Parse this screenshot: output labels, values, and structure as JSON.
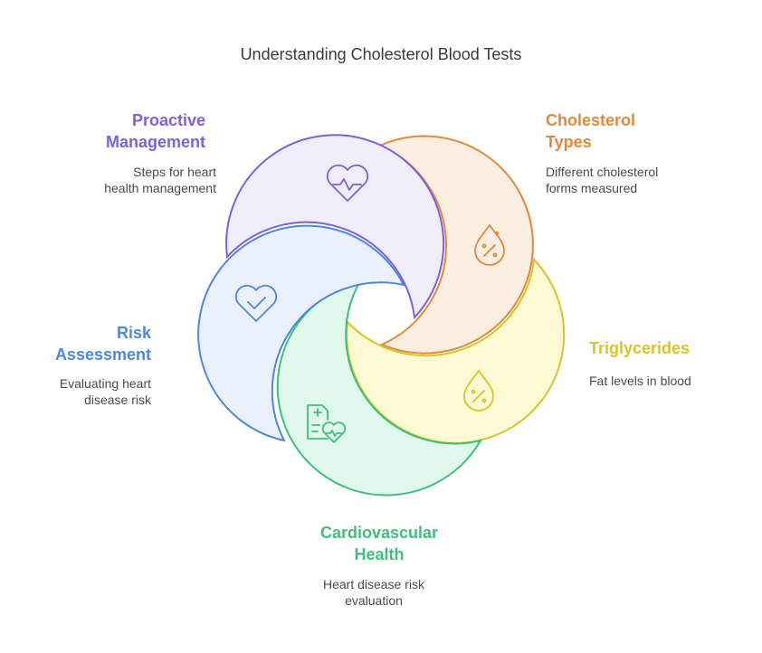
{
  "title": "Understanding Cholesterol Blood Tests",
  "sections": [
    {
      "heading_l1": "Proactive",
      "heading_l2": "Management",
      "desc_l1": "Steps for heart",
      "desc_l2": "health management",
      "color": "#7b61e0",
      "fill": "#f1eefb",
      "icon": "heart-pulse-icon"
    },
    {
      "heading_l1": "Cholesterol",
      "heading_l2": "Types",
      "desc_l1": "Different cholesterol",
      "desc_l2": "forms measured",
      "color": "#e08a3c",
      "fill": "#fdeee2",
      "icon": "drop-percent-icon"
    },
    {
      "heading_l1": "Triglycerides",
      "heading_l2": "",
      "desc_l1": "Fat levels in blood",
      "desc_l2": "",
      "color": "#d8c52a",
      "fill": "#fdf9d3",
      "icon": "drop-percent-icon"
    },
    {
      "heading_l1": "Cardiovascular",
      "heading_l2": "Health",
      "desc_l1": "Heart disease risk",
      "desc_l2": "evaluation",
      "color": "#3fbf7f",
      "fill": "#e1f8ec",
      "icon": "medical-report-heart-icon"
    },
    {
      "heading_l1": "Risk",
      "heading_l2": "Assessment",
      "desc_l1": "Evaluating heart",
      "desc_l2": "disease risk",
      "color": "#4f86e0",
      "fill": "#eaf1fc",
      "icon": "heart-check-icon"
    }
  ]
}
